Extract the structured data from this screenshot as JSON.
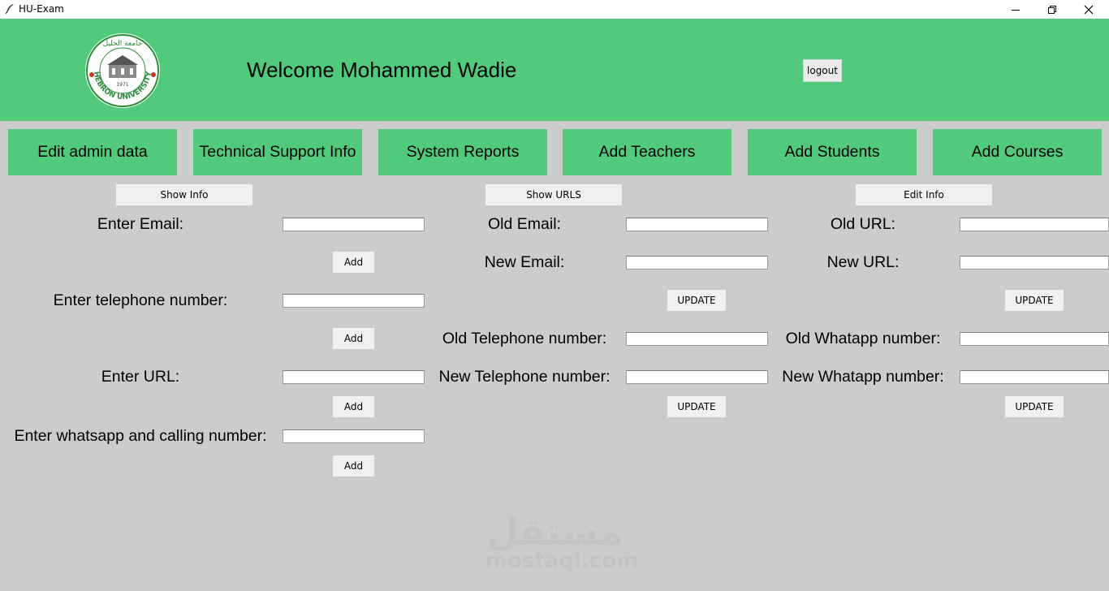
{
  "window": {
    "title": "HU-Exam"
  },
  "header": {
    "welcome": "Welcome Mohammed Wadie",
    "logout_label": "logout",
    "logo": {
      "text_arabic": "جامعة الخليل",
      "text_latin": "HEBRON UNIVERSITY",
      "year": "1971"
    },
    "colors": {
      "brand": "#51ca7b",
      "background": "#cccccc"
    }
  },
  "nav": [
    {
      "label": "Edit admin data"
    },
    {
      "label": "Technical Support Info"
    },
    {
      "label": "System Reports"
    },
    {
      "label": "Add Teachers"
    },
    {
      "label": "Add Students"
    },
    {
      "label": "Add Courses"
    }
  ],
  "show_info": {
    "button": "Show Info",
    "email_label": "Enter Email:",
    "telephone_label": "Enter telephone number:",
    "url_label": "Enter URL:",
    "whatsapp_label": "Enter whatsapp and calling number:",
    "add_label": "Add"
  },
  "show_urls": {
    "button": "Show URLS",
    "old_email_label": "Old Email:",
    "new_email_label": "New Email:",
    "old_tel_label": "Old Telephone number:",
    "new_tel_label": "New Telephone number:",
    "update_label": "UPDATE"
  },
  "edit_info": {
    "button": "Edit Info",
    "old_url_label": "Old URL:",
    "new_url_label": "New URL:",
    "old_whatsapp_label": "Old Whatapp number:",
    "new_whatsapp_label": "New Whatapp number:",
    "update_label": "UPDATE"
  },
  "watermark": {
    "arabic": "مستقل",
    "latin": "mostaql.com"
  }
}
